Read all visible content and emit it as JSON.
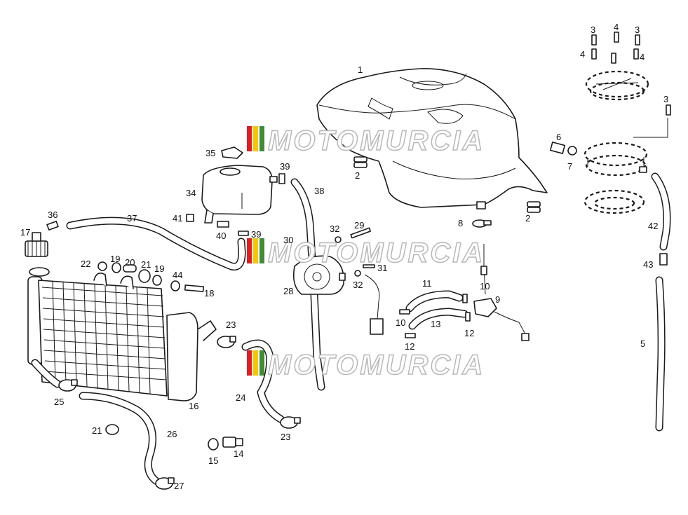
{
  "watermark": {
    "text": "MOTOMURCIA",
    "colors": [
      "#e21c23",
      "#f7c600",
      "#3f8d35",
      "#c9c9c9"
    ]
  },
  "labels": {
    "l1": "1",
    "l2a": "2",
    "l2b": "2",
    "l3a": "3",
    "l3b": "3",
    "l3c": "3",
    "l4a": "4",
    "l4b": "4",
    "l4c": "4",
    "l5": "5",
    "l6": "6",
    "l7": "7",
    "l8": "8",
    "l9": "9",
    "l10a": "10",
    "l10b": "10",
    "l11": "11",
    "l12a": "12",
    "l12b": "12",
    "l13": "13",
    "l14": "14",
    "l15": "15",
    "l16": "16",
    "l17": "17",
    "l18": "18",
    "l19a": "19",
    "l19b": "19",
    "l20": "20",
    "l21a": "21",
    "l21b": "21",
    "l22": "22",
    "l23a": "23",
    "l23b": "23",
    "l24": "24",
    "l25": "25",
    "l26": "26",
    "l27": "27",
    "l28": "28",
    "l29": "29",
    "l30": "30",
    "l31": "31",
    "l32a": "32",
    "l32b": "32",
    "l34": "34",
    "l35": "35",
    "l36": "36",
    "l37": "37",
    "l38": "38",
    "l39a": "39",
    "l39b": "39",
    "l40": "40",
    "l41": "41",
    "l42": "42",
    "l43": "43",
    "l44": "44"
  }
}
